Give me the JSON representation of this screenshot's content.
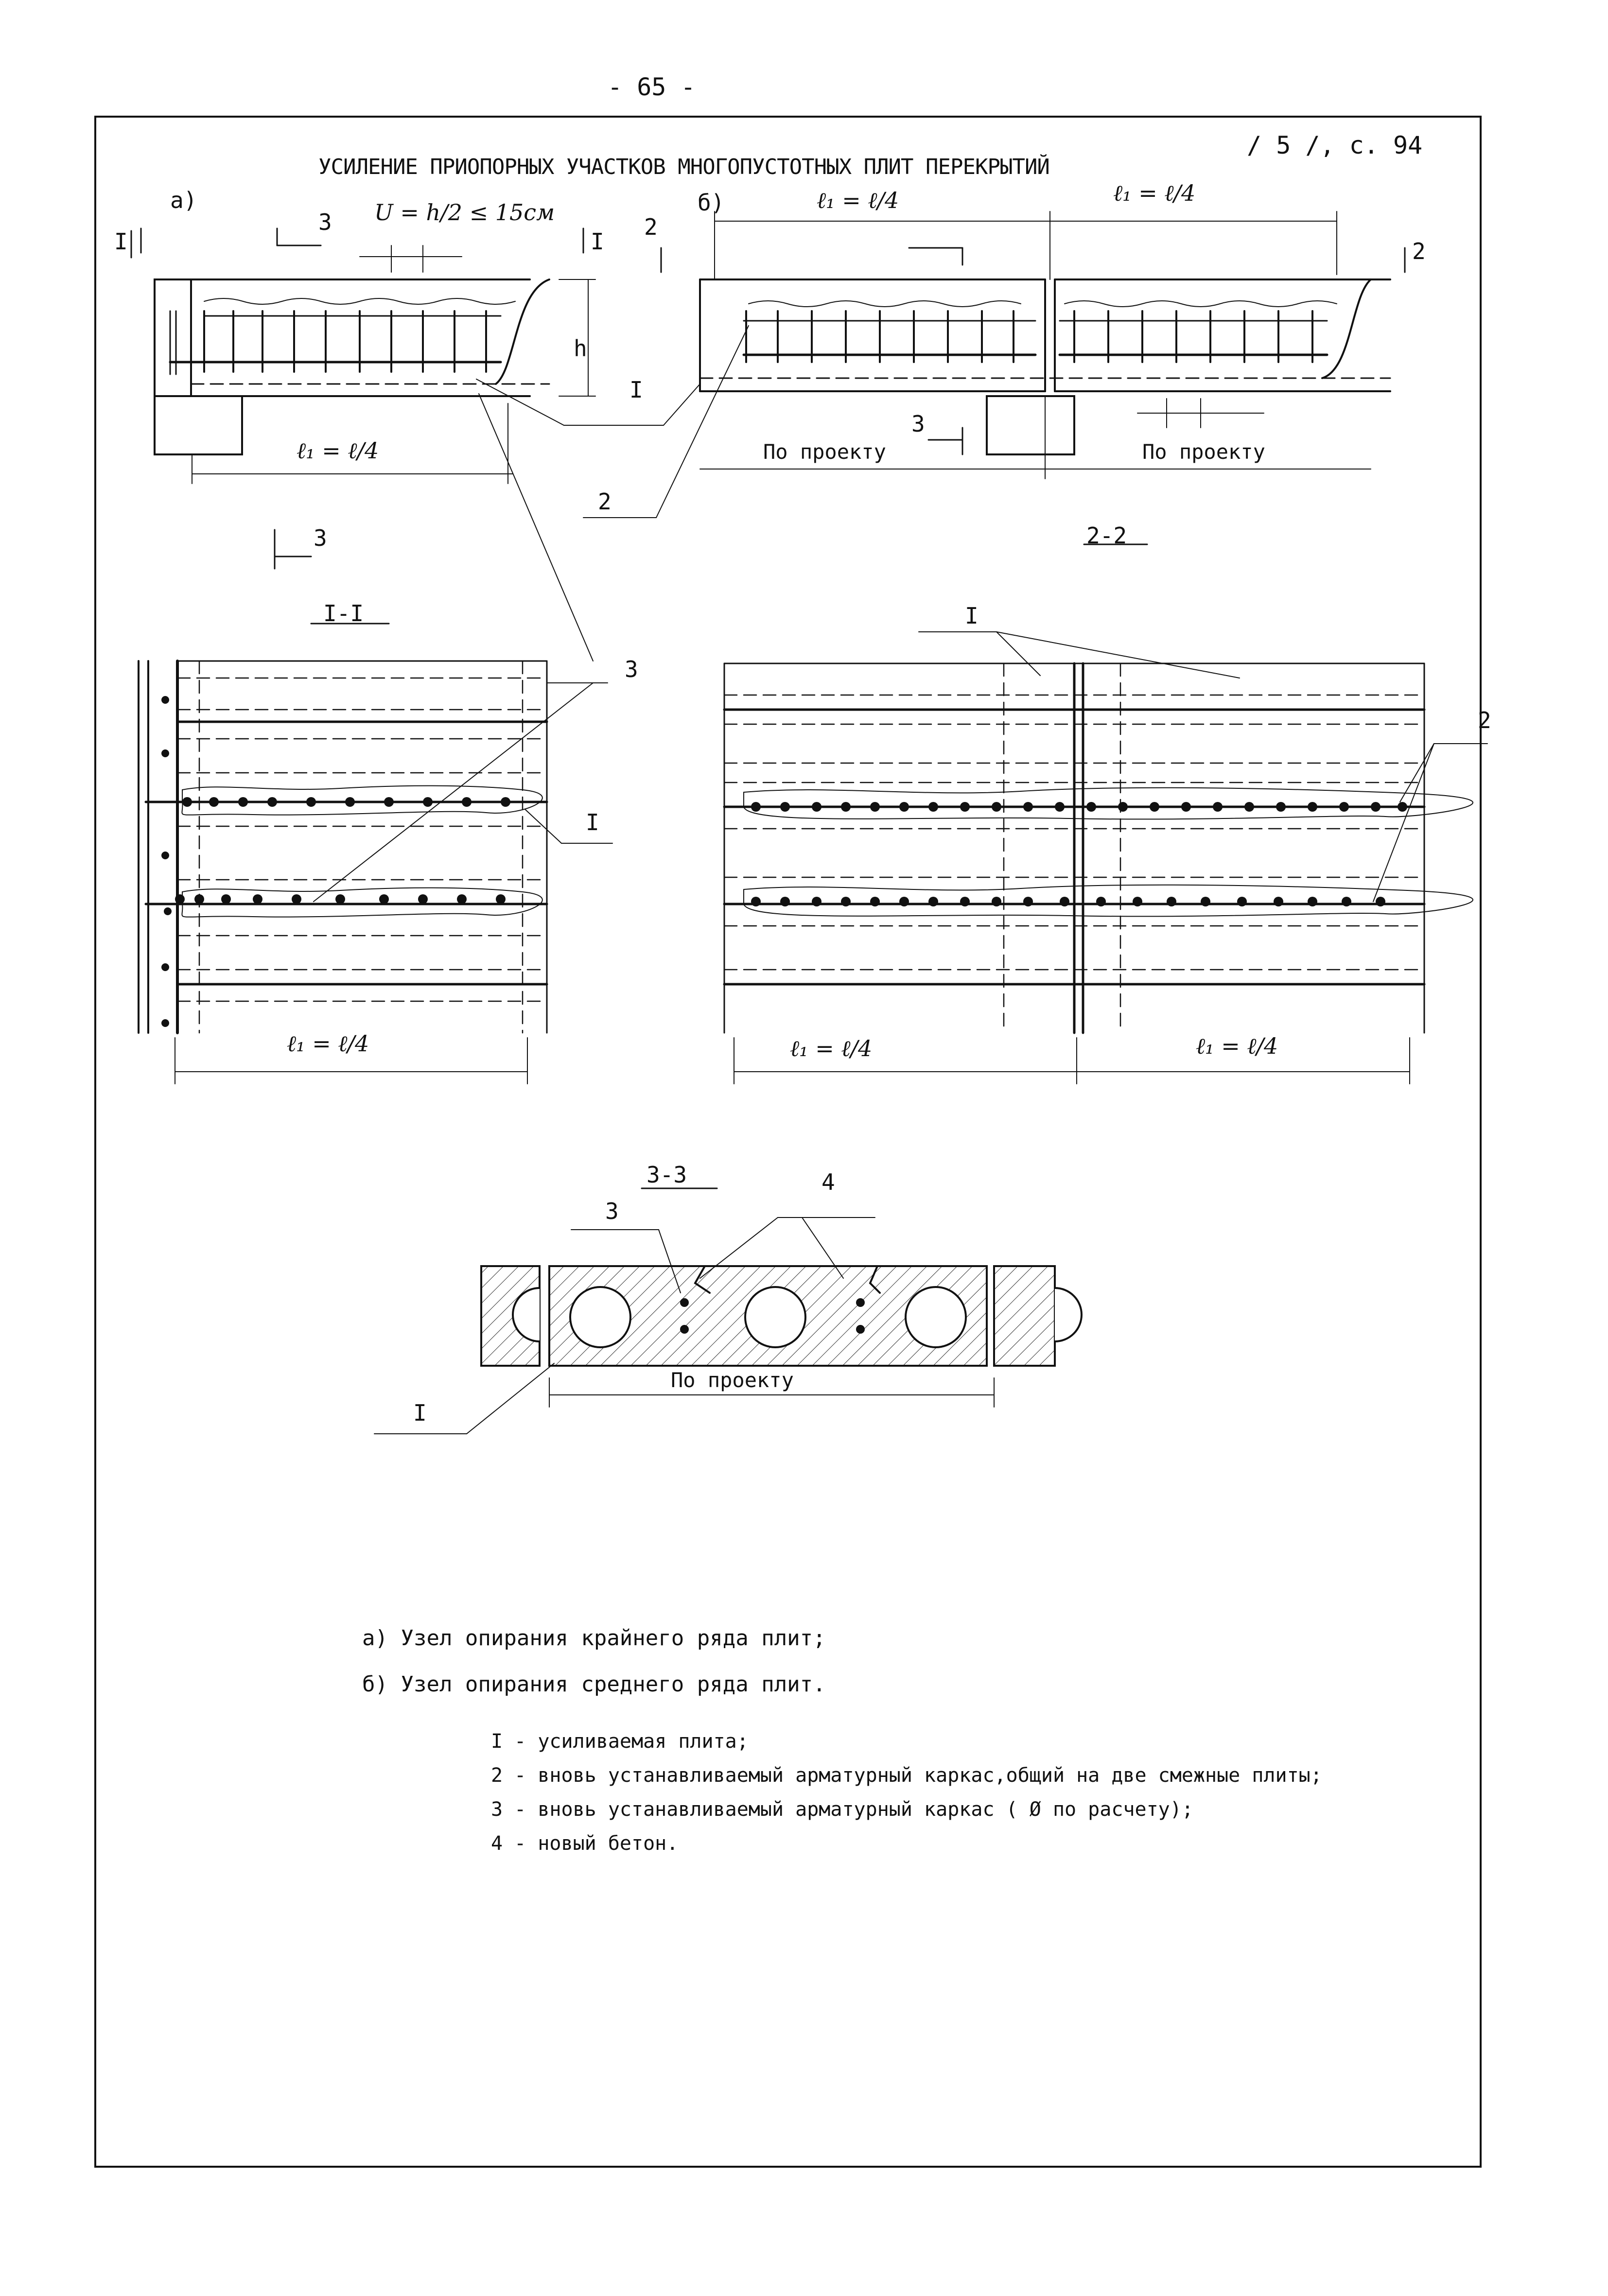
{
  "page": {
    "number": "- 65 -",
    "reference": "/ 5 /, с. 94",
    "title": "УСИЛЕНИЕ ПРИОПОРНЫХ УЧАСТКОВ МНОГОПУСТОТНЫХ ПЛИТ ПЕРЕКРЫТИЙ"
  },
  "diagram_a": {
    "marker": "а)",
    "spacing_formula": "U = h/2 ≤ 15см",
    "section_mark_left": "I",
    "section_mark_right": "I",
    "section_mark_3": "3",
    "height_label": "h",
    "length_formula": "ℓ₁ = ℓ/4",
    "callout_1": "I",
    "callout_2": "2",
    "callout_3": "3"
  },
  "diagram_b": {
    "marker": "б)",
    "length_left": "ℓ₁ = ℓ/4",
    "length_right": "ℓ₁ = ℓ/4",
    "section_mark_left": "2",
    "section_mark_right": "2",
    "section_mark_3": "3",
    "dim_left": "По проекту",
    "dim_right": "По проекту"
  },
  "section_1_1": {
    "title": "I-I",
    "callout_3": "3",
    "callout_1": "I",
    "length_formula": "ℓ₁ = ℓ/4"
  },
  "section_2_2": {
    "title": "2-2",
    "callout_1": "I",
    "callout_2": "2",
    "length_left": "ℓ₁ = ℓ/4",
    "length_right": "ℓ₁ = ℓ/4"
  },
  "section_3_3": {
    "title": "3-3",
    "callout_3": "3",
    "callout_4": "4",
    "callout_1": "I",
    "dim_label": "По проекту"
  },
  "captions": [
    "а) Узел опирания крайнего ряда плит;",
    "б) Узел опирания среднего ряда плит."
  ],
  "legend": [
    "I - усиливаемая плита;",
    "2 - вновь устанавливаемый арматурный каркас,общий на две смежные плиты;",
    "3 - вновь устанавливаемый арматурный каркас ( Ø по расчету);",
    "4 - новый бетон."
  ]
}
